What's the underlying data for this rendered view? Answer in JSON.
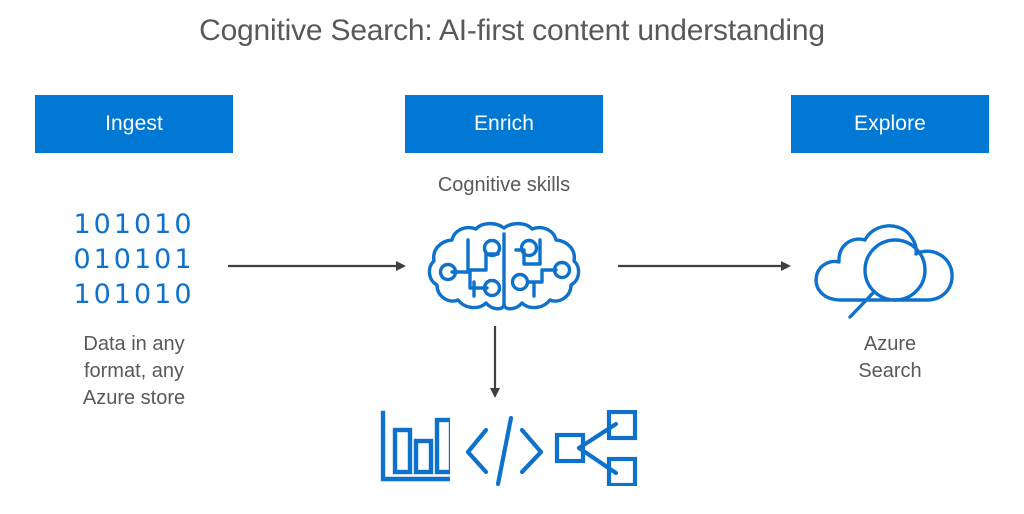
{
  "title": "Cognitive Search: AI-first content understanding",
  "theme": {
    "accent_blue": "#0078D4",
    "icon_blue": "#0E72CC",
    "text_gray": "#595959",
    "arrow_gray": "#404040",
    "background": "#FFFFFF"
  },
  "stages": {
    "ingest": {
      "banner_label": "Ingest",
      "binary_lines": "101010\n010101\n101010",
      "caption": "Data in any\nformat, any\nAzure store"
    },
    "enrich": {
      "banner_label": "Enrich",
      "skills_label": "Cognitive skills"
    },
    "explore": {
      "banner_label": "Explore",
      "caption": "Azure\nSearch"
    }
  },
  "icons": {
    "brain": "brain-circuit-icon",
    "cloud_search": "cloud-magnifier-icon",
    "bar_chart": "bar-chart-icon",
    "code": "code-brackets-icon",
    "share": "share-nodes-icon"
  },
  "arrows": {
    "ingest_to_enrich": "arrow-right",
    "enrich_to_explore": "arrow-right",
    "enrich_to_outputs": "arrow-down"
  }
}
